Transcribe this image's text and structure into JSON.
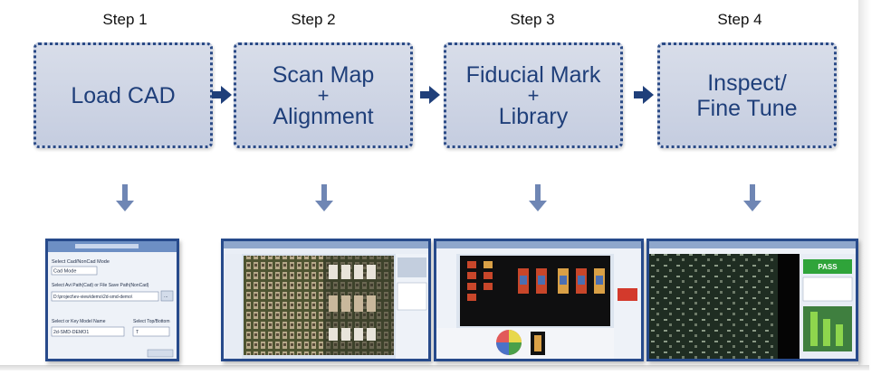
{
  "steps": [
    {
      "label": "Step 1",
      "lines": [
        "Load CAD"
      ]
    },
    {
      "label": "Step 2",
      "lines": [
        "Scan Map",
        "+",
        "Alignment"
      ]
    },
    {
      "label": "Step 3",
      "lines": [
        "Fiducial Mark",
        "+",
        "Library"
      ]
    },
    {
      "label": "Step 4",
      "lines": [
        "Inspect/",
        "Fine Tune"
      ]
    }
  ],
  "colors": {
    "box_border": "#2a4a86",
    "box_fill": "#cdd4e4",
    "box_text": "#1f3f7a",
    "arrow": "#1f3f7a",
    "down_arrow": "#6f86b4"
  },
  "thumb1": {
    "title": "Select Cad/NonCad Mode",
    "mode": "Cad Mode",
    "path_label": "Select Avi Path(Cad) or File Save Path(NonCad)",
    "path_value": "D:\\project\\ev-view\\demo\\2d-smd-demo\\",
    "browse": "...",
    "model_label": "Select or Key Model Name",
    "model_value": "2d-SMD-DEMO1",
    "top_label": "Select Top/Bottom",
    "top_value": "T"
  },
  "thumb4": {
    "pass": "PASS"
  }
}
